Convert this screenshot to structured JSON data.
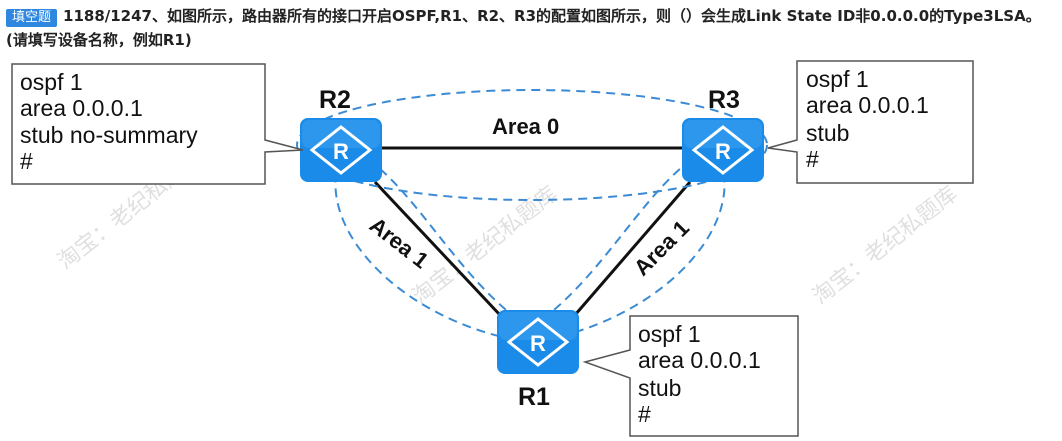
{
  "question": {
    "badge": "填空题",
    "text": "1188/1247、如图所示，路由器所有的接口开启OSPF,R1、R2、R3的配置如图所示，则（）会生成Link State ID非0.0.0.0的Type3LSA。(请填写设备名称，例如R1)"
  },
  "routers": {
    "r1": {
      "label": "R1"
    },
    "r2": {
      "label": "R2"
    },
    "r3": {
      "label": "R3"
    }
  },
  "areas": {
    "r2_r3": "Area 0",
    "r2_r1": "Area 1",
    "r3_r1": "Area 1"
  },
  "configs": {
    "r2": [
      "ospf 1",
      "area 0.0.0.1",
      "stub no-summary",
      "#"
    ],
    "r3": [
      "ospf 1",
      "area 0.0.0.1",
      "stub",
      "#"
    ],
    "r1": [
      "ospf 1",
      "area 0.0.0.1",
      "stub",
      "#"
    ]
  },
  "watermark": "淘宝：老纪私题库",
  "colors": {
    "router": "#1a8be8",
    "dashed": "#3b8bd4",
    "badge": "#2f88e0"
  }
}
